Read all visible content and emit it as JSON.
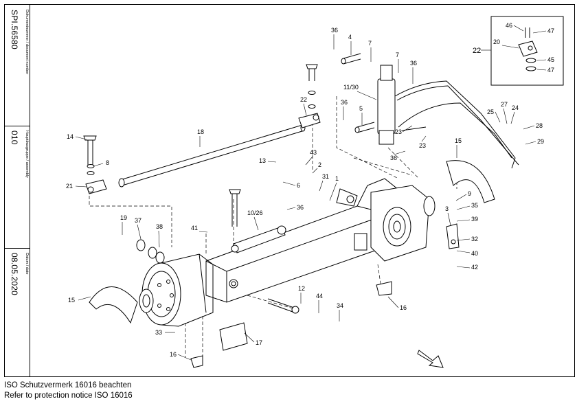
{
  "sidebar": {
    "doc_number_label": "Dokumentnummer / document number",
    "doc_number": "SPI.56580",
    "assembly_label": "Hauptbaugruppe / assembly",
    "assembly": "010",
    "date_label": "Datum / date",
    "date": "08.05.2020"
  },
  "footer": {
    "line1": "ISO Schutzvermerk 16016 beachten",
    "line2": "Refer to protection notice ISO 16016"
  },
  "callouts": [
    "36",
    "4",
    "7",
    "7",
    "36",
    "11/30",
    "36",
    "5",
    "23",
    "23",
    "36",
    "22",
    "18",
    "14",
    "8",
    "21",
    "13",
    "43",
    "2",
    "6",
    "1",
    "31",
    "36",
    "10/26",
    "19",
    "37",
    "38",
    "41",
    "15",
    "12",
    "44",
    "34",
    "33",
    "16",
    "17",
    "15",
    "3",
    "9",
    "35",
    "39",
    "32",
    "40",
    "42",
    "16",
    "22",
    "46",
    "47",
    "20",
    "45",
    "47",
    "25",
    "27",
    "24",
    "28",
    "29"
  ]
}
